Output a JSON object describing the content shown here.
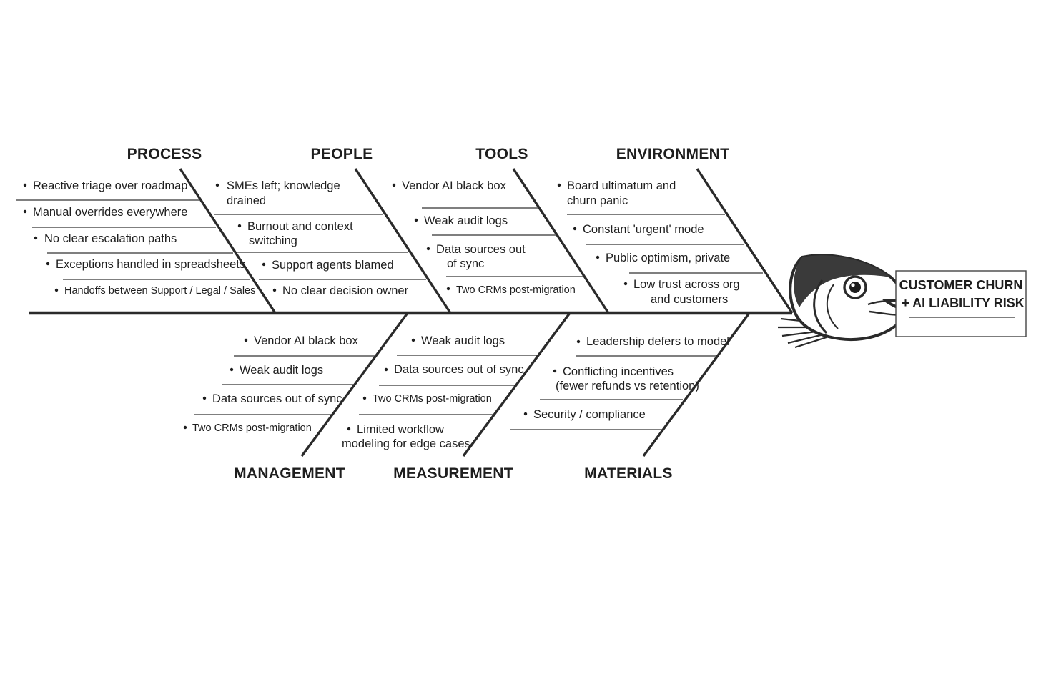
{
  "effect": {
    "line1": "CUSTOMER CHURN",
    "line2": "+ AI LIABILITY RISK"
  },
  "categories": {
    "process": {
      "label": "PROCESS",
      "causes": [
        [
          "Reactive triage over roadmap"
        ],
        [
          "Manual overrides everywhere"
        ],
        [
          "No clear escalation paths"
        ],
        [
          "Exceptions handled in spreadsheets"
        ],
        [
          "Handoffs between Support / Legal / Sales"
        ]
      ]
    },
    "people": {
      "label": "PEOPLE",
      "causes": [
        [
          "SMEs left; knowledge",
          "drained"
        ],
        [
          "Burnout and context",
          "switching"
        ],
        [
          "Support agents blamed"
        ],
        [
          "No clear decision owner"
        ]
      ]
    },
    "tools": {
      "label": "TOOLS",
      "causes": [
        [
          "Vendor AI black box"
        ],
        [
          "Weak audit logs"
        ],
        [
          "Data sources out",
          "of sync"
        ],
        [
          "Two CRMs post-migration"
        ]
      ]
    },
    "environment": {
      "label": "ENVIRONMENT",
      "causes": [
        [
          "Board ultimatum and",
          "churn panic"
        ],
        [
          "Constant 'urgent' mode"
        ],
        [
          "Public optimism, private"
        ],
        [
          "Low trust across org",
          "and customers"
        ]
      ]
    },
    "management": {
      "label": "MANAGEMENT",
      "causes": [
        [
          "Vendor AI black box"
        ],
        [
          "Weak audit logs"
        ],
        [
          "Data sources out of sync"
        ],
        [
          "Two CRMs post-migration"
        ]
      ]
    },
    "measurement": {
      "label": "MEASUREMENT",
      "causes": [
        [
          "Weak audit logs"
        ],
        [
          "Data sources out of sync"
        ],
        [
          "Two CRMs post-migration"
        ],
        [
          "Limited workflow",
          "modeling for edge cases"
        ]
      ]
    },
    "materials": {
      "label": "MATERIALS",
      "causes": [
        [
          "Leadership defers to model"
        ],
        [
          "Conflicting incentives",
          "(fewer refunds vs retention)"
        ],
        [
          "Security / compliance"
        ]
      ]
    }
  },
  "icons": {
    "fish_head": "fish-head-icon",
    "bullet": "bullet-dot"
  },
  "colors": {
    "lines": "#2a2a2a",
    "text": "#1e1e1e",
    "background": "#ffffff"
  }
}
